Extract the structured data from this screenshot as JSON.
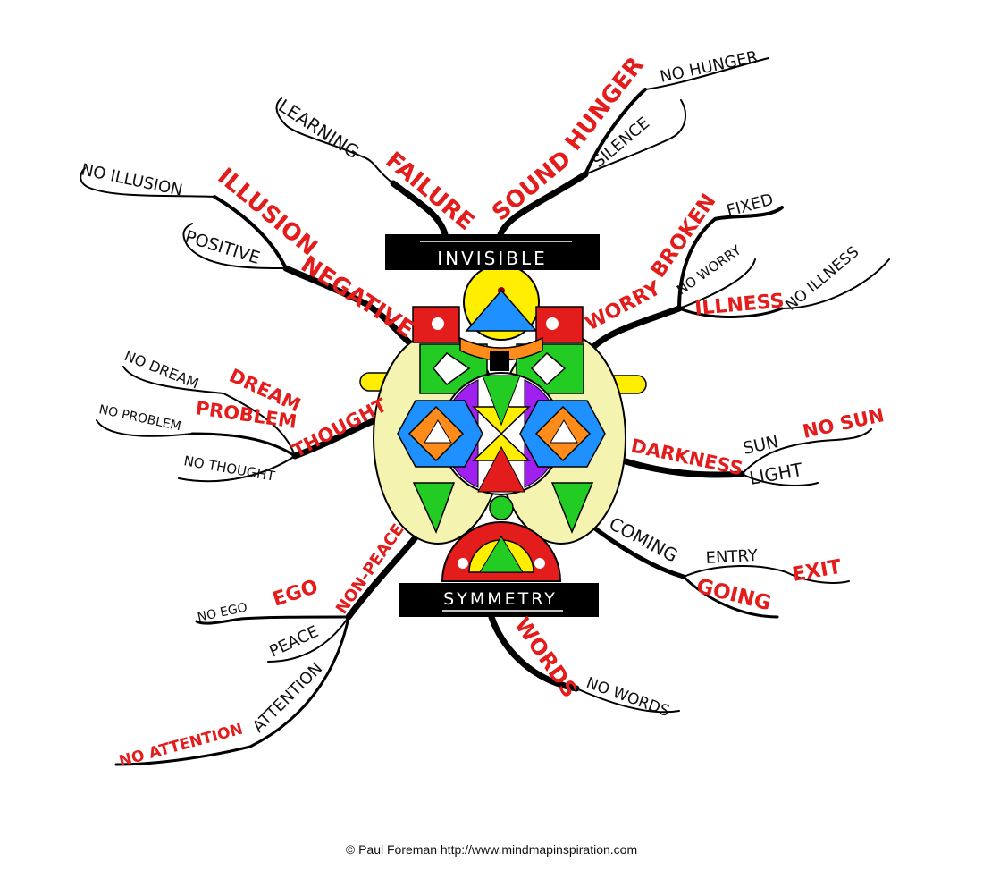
{
  "center": {
    "top_label": "INVISIBLE",
    "bottom_label": "SYMMETRY"
  },
  "branches": {
    "failure": {
      "main": "FAILURE",
      "sub": [
        "LEARNING"
      ]
    },
    "sound": {
      "main": "SOUND",
      "sub": [
        "SILENCE"
      ],
      "sub_main": "HUNGER",
      "sub_sub": "NO HUNGER"
    },
    "negative": {
      "main": "NEGATIVE",
      "sub": [
        "POSITIVE"
      ],
      "sub_main": "ILLUSION",
      "sub_sub": "NO ILLUSION"
    },
    "worry": {
      "main": "WORRY",
      "broken": "BROKEN",
      "fixed": "FIXED",
      "no_worry": "NO WORRY",
      "illness": "ILLNESS",
      "no_illness": "NO ILLNESS"
    },
    "thought": {
      "main": "THOUGHT",
      "dream": "DREAM",
      "no_dream": "NO DREAM",
      "problem": "PROBLEM",
      "no_problem": "NO PROBLEM",
      "no_thought": "NO THOUGHT"
    },
    "darkness": {
      "main": "DARKNESS",
      "sun": "SUN",
      "no_sun": "NO SUN",
      "light": "LIGHT"
    },
    "coming": {
      "main": "COMING",
      "entry": "ENTRY",
      "exit": "EXIT",
      "going": "GOING"
    },
    "non_peace": {
      "main": "NON-PEACE",
      "ego": "EGO",
      "no_ego": "NO EGO",
      "peace": "PEACE",
      "attention": "ATTENTION",
      "no_attention": "NO ATTENTION"
    },
    "words": {
      "main": "WORDS",
      "no_words": "NO WORDS"
    }
  },
  "credit": "© Paul Foreman http://www.mindmapinspiration.com",
  "colors": {
    "red": "#e31c1c",
    "yellow": "#ffee00",
    "pale_yellow": "#f5f3b0",
    "green": "#22cc22",
    "blue": "#1e90ff",
    "orange": "#ff8c1a",
    "purple": "#a020f0",
    "black": "#000000"
  }
}
